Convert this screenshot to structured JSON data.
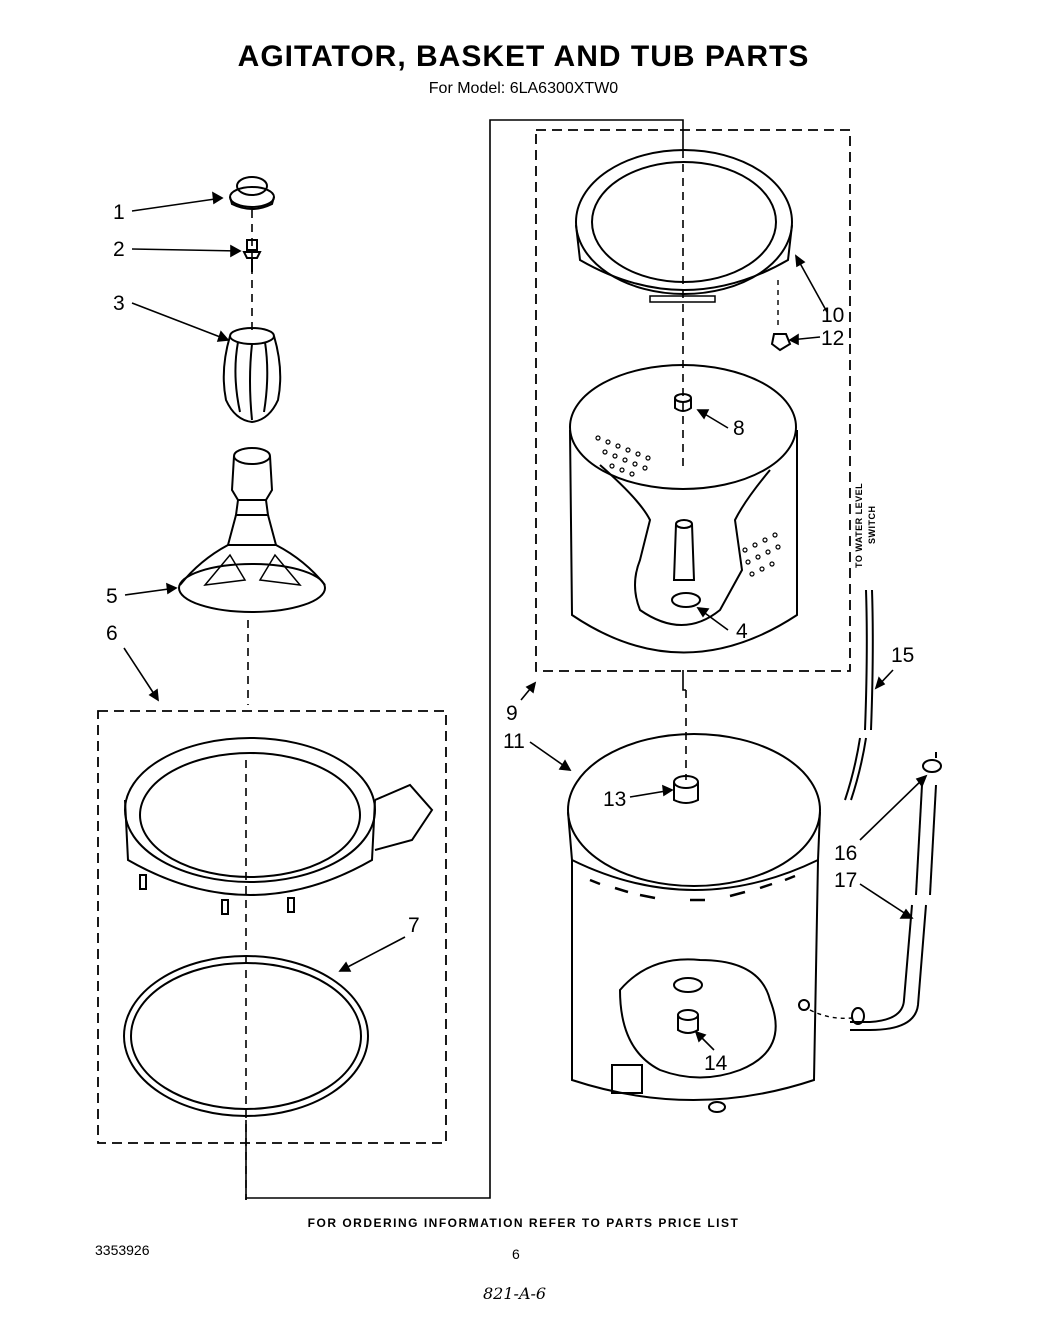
{
  "header": {
    "title": "AGITATOR, BASKET AND TUB PARTS",
    "subtitle": "For Model: 6LA6300XTW0"
  },
  "callouts": {
    "c1": "1",
    "c2": "2",
    "c3": "3",
    "c4": "4",
    "c5": "5",
    "c6": "6",
    "c7": "7",
    "c8": "8",
    "c9": "9",
    "c10": "10",
    "c11": "11",
    "c12": "12",
    "c13": "13",
    "c14": "14",
    "c15": "15",
    "c16": "16",
    "c17": "17"
  },
  "side_label": {
    "line1": "TO WATER LEVEL",
    "line2": "SWITCH"
  },
  "footer": {
    "ordering_note": "FOR ORDERING INFORMATION REFER TO PARTS PRICE LIST",
    "doc_number": "3353926",
    "page_number": "6",
    "handwritten_ref": "821-A-6"
  }
}
